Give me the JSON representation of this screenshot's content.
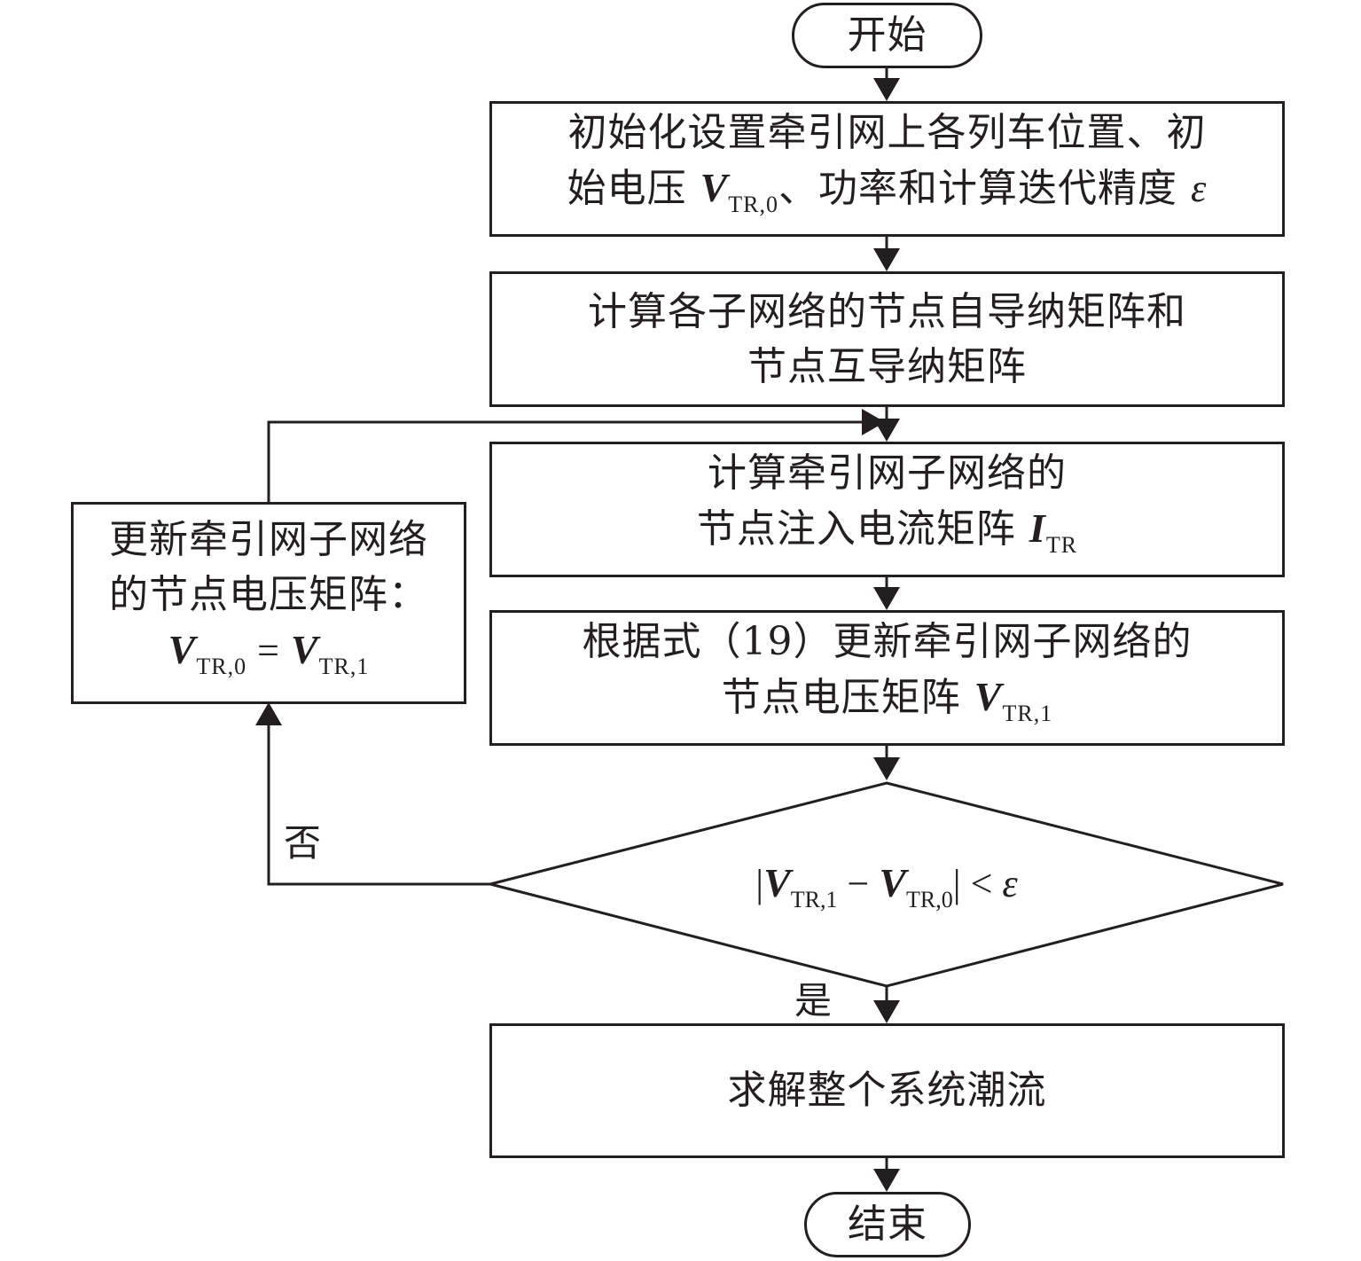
{
  "title": "牵引网子网络潮流迭代计算流程",
  "nodes": {
    "start": {
      "label": "开始"
    },
    "init": {
      "line1": "初始化设置牵引网上各列车位置、初",
      "line2_prefix": "始电压",
      "var": "V",
      "var_sub": "TR,0",
      "line2_suffix": "、功率和计算迭代精度",
      "eps": "ε"
    },
    "admittance": {
      "line1": "计算各子网络的节点自导纳矩阵和",
      "line2": "节点互导纳矩阵"
    },
    "current": {
      "line1": "计算牵引网子网络的",
      "line2_prefix": "节点注入电流矩阵",
      "var": "I",
      "var_sub": "TR"
    },
    "update_voltage": {
      "line1": "根据式（19）更新牵引网子网络的",
      "line2_prefix": "节点电压矩阵",
      "var": "V",
      "var_sub": "TR,1"
    },
    "decision": {
      "bar_left": "|",
      "var1": "V",
      "var1_sub": "TR,1",
      "minus": " − ",
      "var2": "V",
      "var2_sub": "TR,0",
      "bar_right": "|",
      "lt": " < ",
      "eps": "ε"
    },
    "assign": {
      "line1": "更新牵引网子网络",
      "line2": "的节点电压矩阵：",
      "lhs": "V",
      "lhs_sub": "TR,0",
      "eq": " = ",
      "rhs": "V",
      "rhs_sub": "TR,1"
    },
    "solve": {
      "label": "求解整个系统潮流"
    },
    "end": {
      "label": "结束"
    }
  },
  "edges": {
    "no_label": "否",
    "yes_label": "是"
  },
  "colors": {
    "stroke": "#231f20",
    "background": "#ffffff"
  }
}
